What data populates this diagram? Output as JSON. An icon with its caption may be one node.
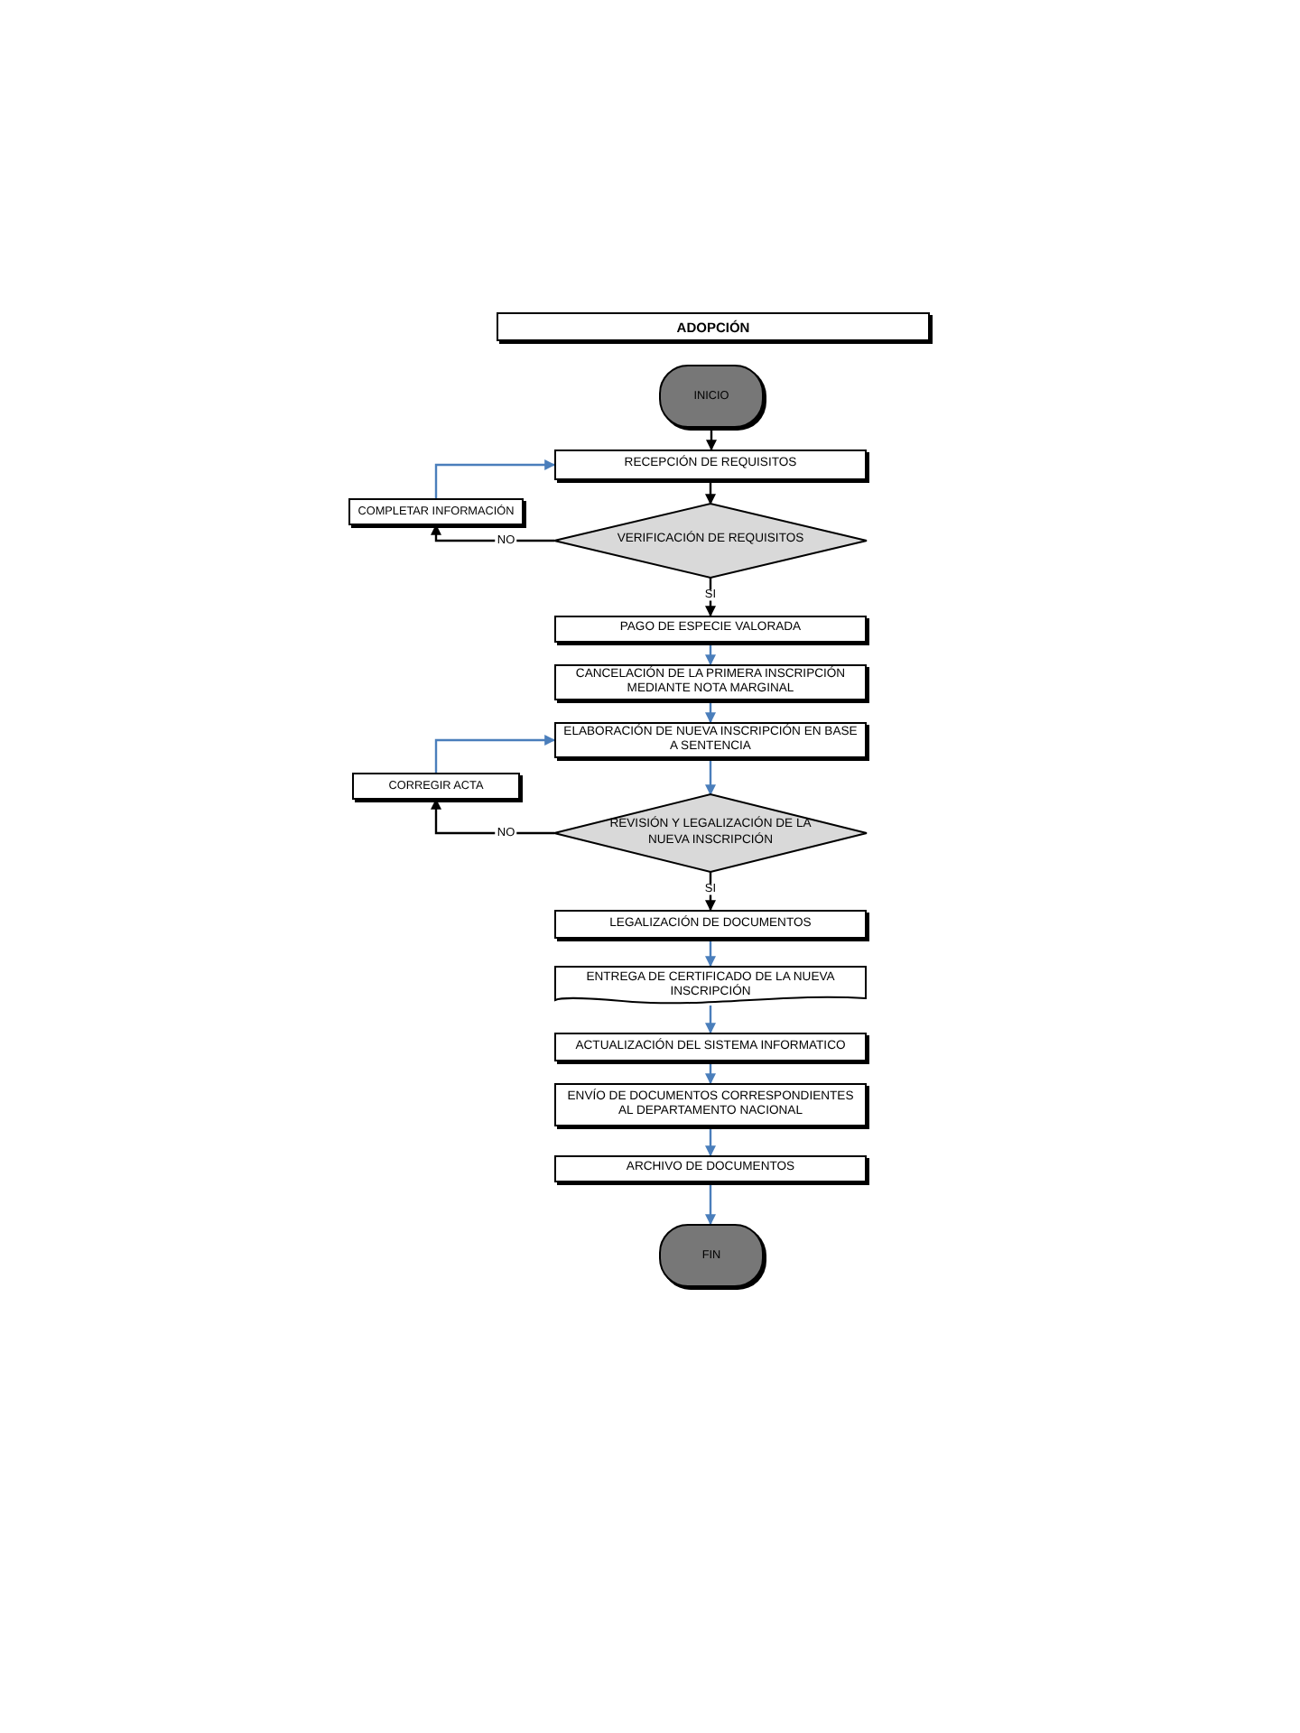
{
  "diagram": {
    "nodes": [
      {
        "text": [
          "ADOPCIÓN"
        ]
      },
      {
        "text": [
          "INICIO"
        ]
      },
      {
        "text": [
          "RECEPCIÓN DE REQUISITOS"
        ]
      },
      {
        "text": [
          "COMPLETAR INFORMACIÓN"
        ]
      },
      {
        "text": [
          "VERIFICACIÓN DE REQUISITOS"
        ]
      },
      {
        "text": [
          "PAGO DE ESPECIE VALORADA"
        ]
      },
      {
        "text": [
          "CANCELACIÓN DE LA PRIMERA INSCRIPCIÓN MEDIANTE NOTA MARGINAL"
        ]
      },
      {
        "text": [
          "ELABORACIÓN DE NUEVA INSCRIPCIÓN EN BASE A SENTENCIA"
        ]
      },
      {
        "text": [
          "CORREGIR ACTA"
        ]
      },
      {
        "text": [
          "REVISIÓN Y LEGALIZACIÓN DE LA NUEVA INSCRIPCIÓN"
        ]
      },
      {
        "text": [
          "LEGALIZACIÓN DE DOCUMENTOS"
        ]
      },
      {
        "text": [
          "ENTREGA DE CERTIFICADO DE LA NUEVA INSCRIPCIÓN"
        ]
      },
      {
        "text": [
          "ACTUALIZACIÓN DEL SISTEMA INFORMATICO"
        ]
      },
      {
        "text": [
          "ENVÍO DE DOCUMENTOS CORRESPONDIENTES AL DEPARTAMENTO NACIONAL"
        ]
      },
      {
        "text": [
          "ARCHIVO DE DOCUMENTOS"
        ]
      },
      {
        "text": [
          "FIN"
        ]
      }
    ],
    "edges": [
      {
        "from": 1,
        "to": 2,
        "arrow": "to",
        "color": "#000000"
      },
      {
        "from": 2,
        "to": 4,
        "arrow": "to",
        "color": "#000000"
      },
      {
        "from": 4,
        "to": 3,
        "arrow": "to",
        "label": "NO",
        "color": "#000000"
      },
      {
        "from": 3,
        "to": 2,
        "arrow": "to"
      },
      {
        "from": 4,
        "to": 5,
        "arrow": "to",
        "label": "SI",
        "color": "#000000"
      },
      {
        "from": 5,
        "to": 6,
        "arrow": "to"
      },
      {
        "from": 6,
        "to": 7,
        "arrow": "to"
      },
      {
        "from": 7,
        "to": 9,
        "arrow": "to"
      },
      {
        "from": 9,
        "to": 8,
        "arrow": "to",
        "label": "NO",
        "color": "#000000"
      },
      {
        "from": 8,
        "to": 7,
        "arrow": "to"
      },
      {
        "from": 9,
        "to": 10,
        "arrow": "to",
        "label": "SI",
        "color": "#000000"
      },
      {
        "from": 10,
        "to": 11,
        "arrow": "to"
      },
      {
        "from": 11,
        "to": 12,
        "arrow": "to"
      },
      {
        "from": 12,
        "to": 13,
        "arrow": "to"
      },
      {
        "from": 13,
        "to": 14,
        "arrow": "to"
      },
      {
        "from": 14,
        "to": 15,
        "arrow": "to"
      }
    ]
  }
}
